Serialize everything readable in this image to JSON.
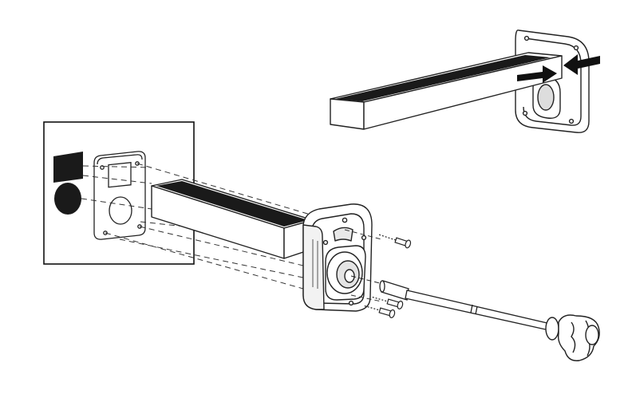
{
  "figure": {
    "type": "exploded-assembly-diagram",
    "text_labels": [],
    "colors": {
      "line": "#222222",
      "fill": "#ffffff",
      "rubber_strip": "#1a1a1a",
      "shade": "#d9d9d9",
      "arrow": "#111111"
    },
    "parts": [
      {
        "id": "detail-inset",
        "icon": "rectangle-frame"
      },
      {
        "id": "square-adhesive-pad",
        "icon": "black-square"
      },
      {
        "id": "round-adhesive-pad",
        "icon": "black-circle"
      },
      {
        "id": "mounting-plate",
        "icon": "plate"
      },
      {
        "id": "arm-tube",
        "icon": "square-tube"
      },
      {
        "id": "wall-base-bracket",
        "icon": "bracket"
      },
      {
        "id": "mounting-screws",
        "icon": "screw",
        "count": 3
      },
      {
        "id": "tension-rod",
        "icon": "rod"
      },
      {
        "id": "tension-knob",
        "icon": "knob"
      },
      {
        "id": "assembled-arm-detail",
        "icon": "arm-assembly"
      },
      {
        "id": "insert-direction-arrows",
        "icon": "arrow",
        "count": 2
      }
    ]
  }
}
